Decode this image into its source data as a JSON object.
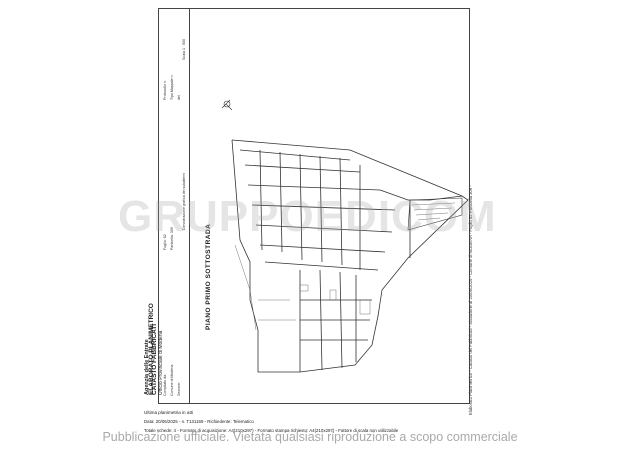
{
  "header": {
    "title": "ELABORATO PLANIMETRICO",
    "line2": "Agenzia delle Entrate",
    "line3": "CATASTO FABBRICATI",
    "line4": "Ufficio Provinciale di Modena",
    "cells": [
      "Compilato da:",
      "Comune di Modena",
      "Sezione:",
      "Foglio: 82",
      "Particella: 309",
      "Protocollo n.",
      "Tipo Mappale n.",
      "del",
      "Dimostrazione grafica dei subalterni",
      "Scala 1 : 500"
    ]
  },
  "plan": {
    "floor_label": "PIANO PRIMO SOTTOSTRADA"
  },
  "side_text": "Elaborato Planimetrico - Catasto dei Fabbricati - Situazione al 20/06/2025 - Comune di MODENA - Foglio 82 Particella 309 -",
  "ultima": "Ultima planimetria in atti",
  "bottom_lines": [
    "Data: 20/06/2025 - n. T131169 - Richiedente: Telematico",
    "Totale schede: 4 - Formato di acquisizione: A4(210x297) - Formato stampa richiesto: A4(210x297) - Fattore di scala non utilizzabile"
  ],
  "watermark": "GRUPPOEDICOM",
  "footer": "Pubblicazione ufficiale. Vietata qualsiasi riproduzione a scopo commerciale"
}
